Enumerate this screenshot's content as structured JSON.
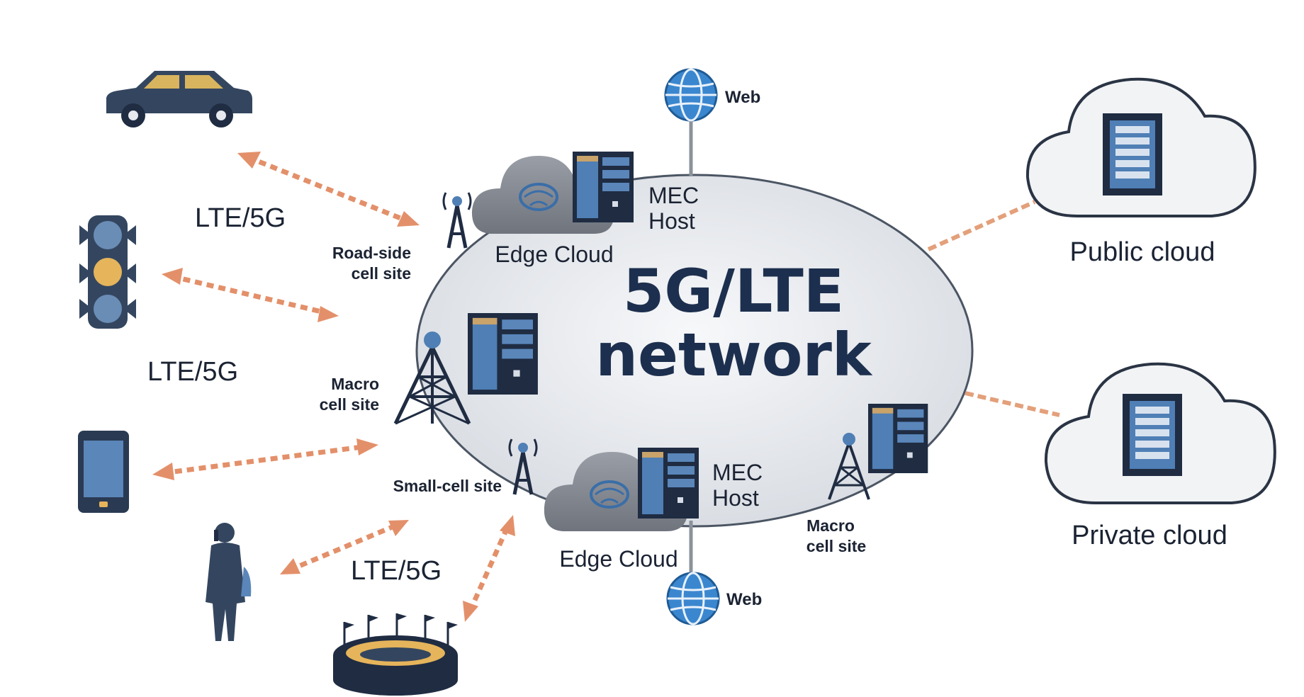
{
  "diagram": {
    "center_title_line1": "5G/LTE",
    "center_title_line2": "network",
    "links": {
      "lte_1": "LTE/5G",
      "lte_2": "LTE/5G",
      "lte_3": "LTE/5G"
    },
    "sites": {
      "road_side_line1": "Road-side",
      "road_side_line2": "cell site",
      "macro_left_line1": "Macro",
      "macro_left_line2": "cell site",
      "small_cell": "Small-cell site",
      "macro_right_line1": "Macro",
      "macro_right_line2": "cell site"
    },
    "edge": {
      "top_mec_line1": "MEC",
      "top_mec_line2": "Host",
      "top_edge_cloud": "Edge Cloud",
      "bottom_mec_line1": "MEC",
      "bottom_mec_line2": "Host",
      "bottom_edge_cloud": "Edge Cloud"
    },
    "web": {
      "top": "Web",
      "bottom": "Web"
    },
    "clouds": {
      "public": "Public cloud",
      "private": "Private cloud"
    },
    "colors": {
      "navy": "#1d2f4e",
      "device": "#34465f",
      "blue": "#4f7fb5",
      "globe": "#3b87cf",
      "arrow": "#e3906a",
      "gold": "#e5b45b"
    },
    "icons": [
      "car-icon",
      "traffic-light-icon",
      "smartphone-icon",
      "pedestrian-icon",
      "stadium-icon",
      "globe-icon",
      "cell-tower-icon",
      "server-icon",
      "edge-cloud-icon",
      "cloud-icon"
    ]
  }
}
